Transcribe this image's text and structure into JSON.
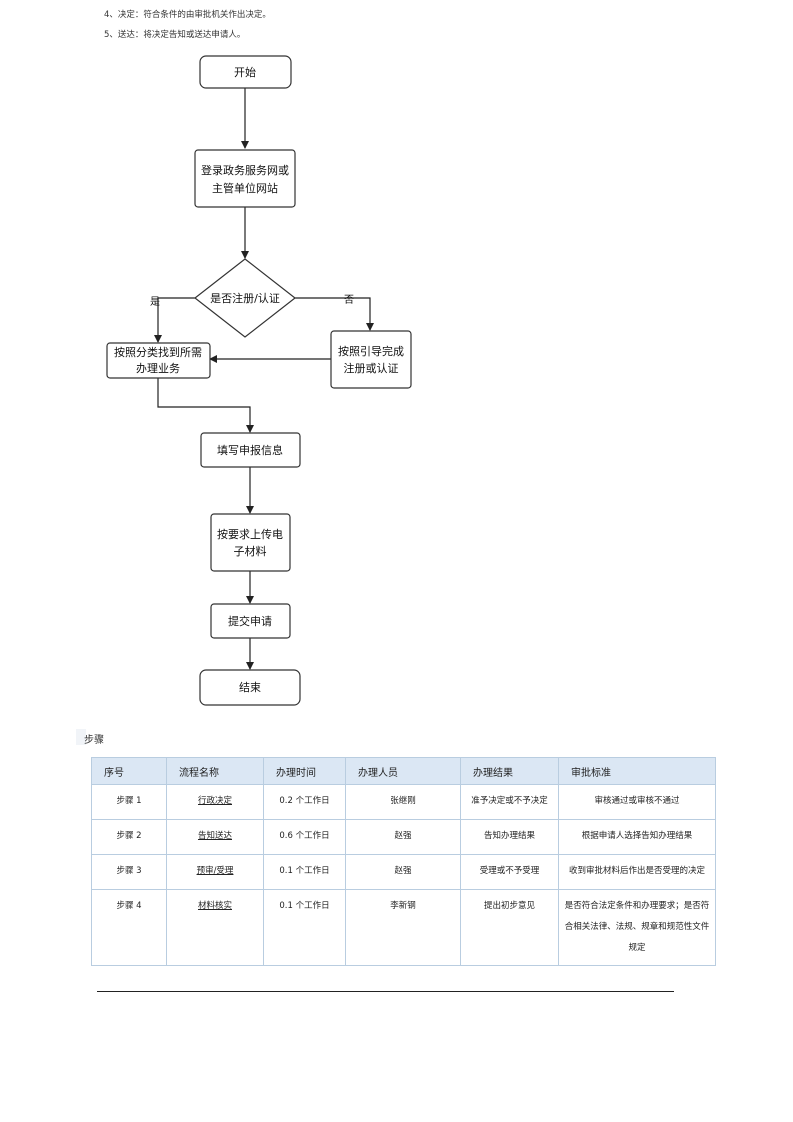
{
  "intro_notes": [
    "4、决定：符合条件的由审批机关作出决定。",
    "5、送达：将决定告知或送达申请人。"
  ],
  "flowchart": {
    "nodes": {
      "start": "开始",
      "login_l1": "登录政务服务网或",
      "login_l2": "主管单位网站",
      "decision": "是否注册/认证",
      "find_l1": "按照分类找到所需",
      "find_l2": "办理业务",
      "register_l1": "按照引导完成",
      "register_l2": "注册或认证",
      "fill": "填写申报信息",
      "upload_l1": "按要求上传电",
      "upload_l2": "子材料",
      "submit": "提交申请",
      "end": "结束"
    },
    "labels": {
      "yes": "是",
      "no": "否"
    }
  },
  "steps_heading": "步骤",
  "steps_table": {
    "headers": [
      "序号",
      "流程名称",
      "办理时间",
      "办理人员",
      "办理结果",
      "审批标准"
    ],
    "rows": [
      [
        "步骤 1",
        "行政决定",
        "0.2 个工作日",
        "张继刚",
        "准予决定或不予决定",
        "审核通过或审核不通过"
      ],
      [
        "步骤 2",
        "告知送达",
        "0.6 个工作日",
        "赵强",
        "告知办理结果",
        "根据申请人选择告知办理结果"
      ],
      [
        "步骤 3",
        "预审/受理",
        "0.1 个工作日",
        "赵强",
        "受理或不予受理",
        "收到审批材料后作出是否受理的决定"
      ],
      [
        "步骤 4",
        "材料核实",
        "0.1 个工作日",
        "李新钢",
        "提出初步意见",
        "是否符合法定条件和办理要求；是否符合相关法律、法规、规章和规范性文件规定"
      ]
    ]
  }
}
